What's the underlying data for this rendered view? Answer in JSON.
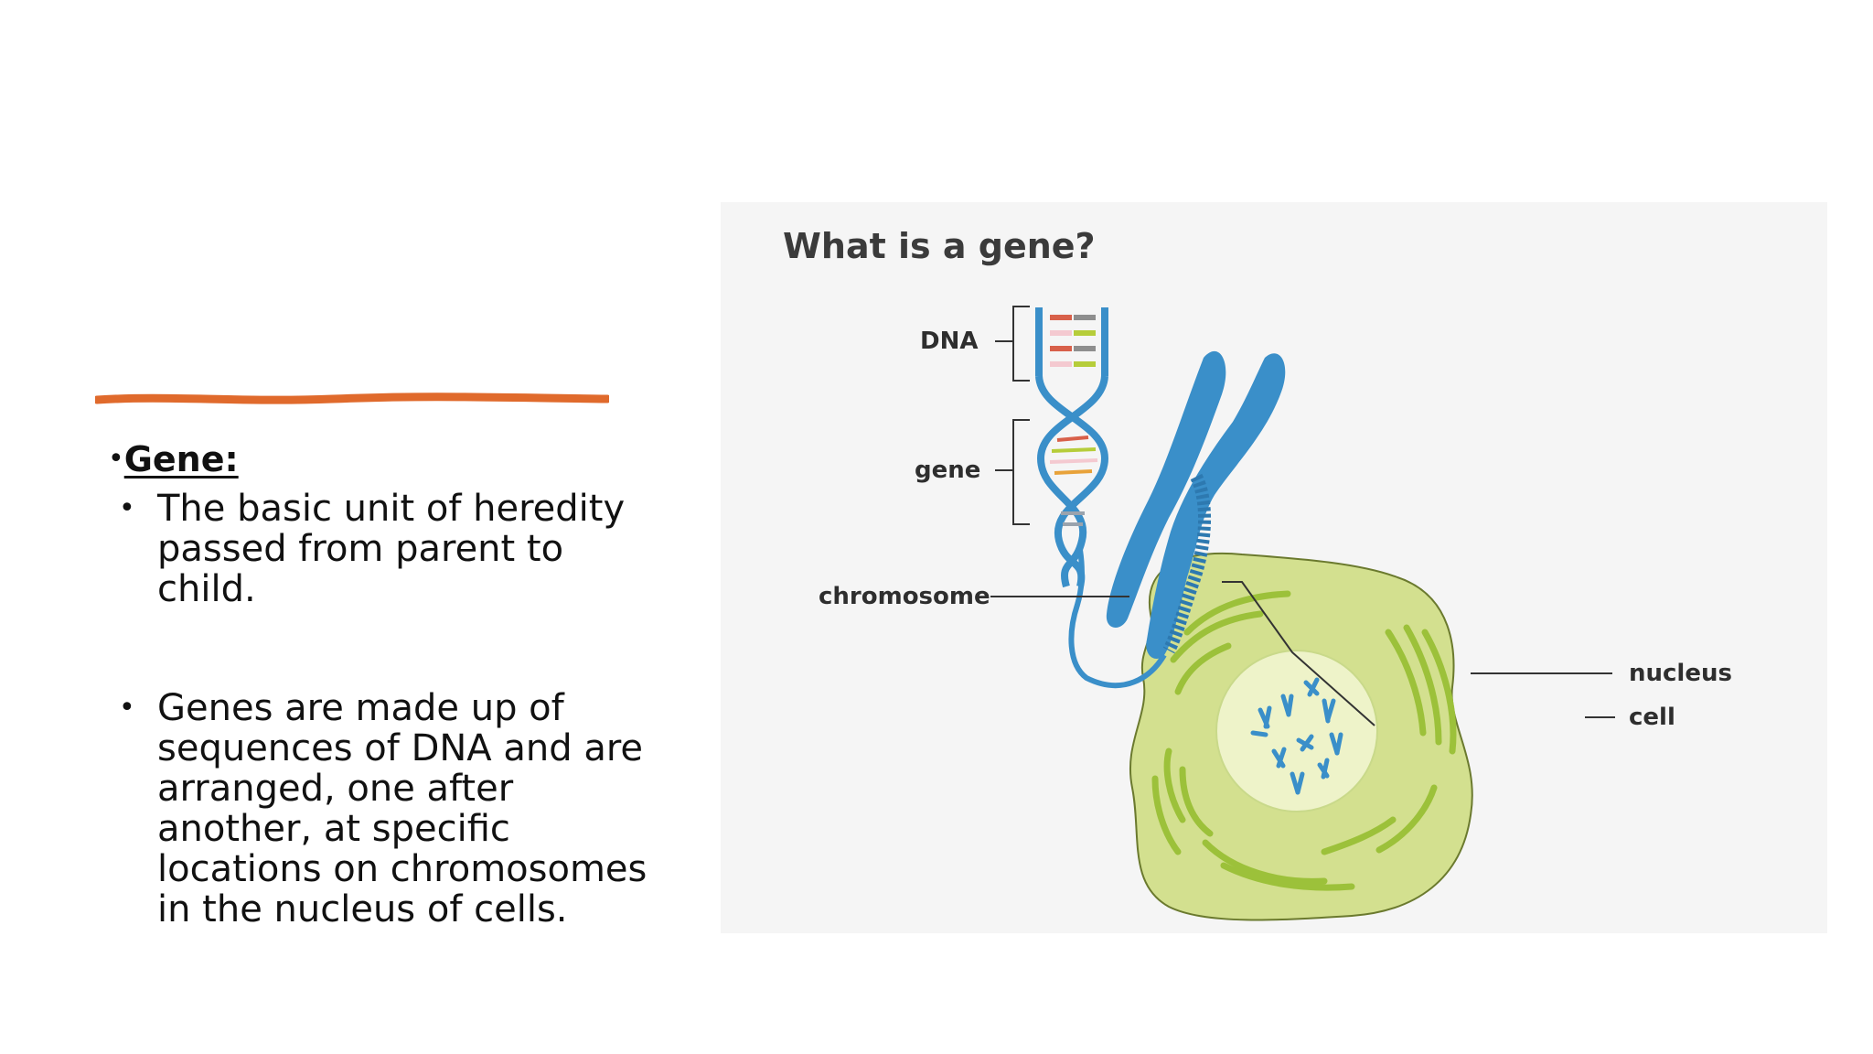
{
  "left_panel": {
    "heading_bullet": "•",
    "heading": "Gene:",
    "bullets": [
      "The basic unit of heredity passed from parent to child.",
      "Genes are made up of sequences of DNA and are arranged, one after another, at specific locations on chromosomes in the nucleus of cells."
    ],
    "bullet_marker": "•"
  },
  "figure": {
    "title": "What is a gene?",
    "labels": {
      "dna": "DNA",
      "gene": "gene",
      "chromosome": "chromosome",
      "nucleus": "nucleus",
      "cell": "cell"
    }
  },
  "colors": {
    "accent_line": "#e06a2c",
    "dna_blue": "#3a8fc9",
    "cell_green": "#d3e08f",
    "cell_stroke": "#6b7a2e",
    "nucleus_fill": "#eef3c9",
    "organelle_green": "#9cc13a",
    "figure_bg": "#f5f5f5"
  }
}
